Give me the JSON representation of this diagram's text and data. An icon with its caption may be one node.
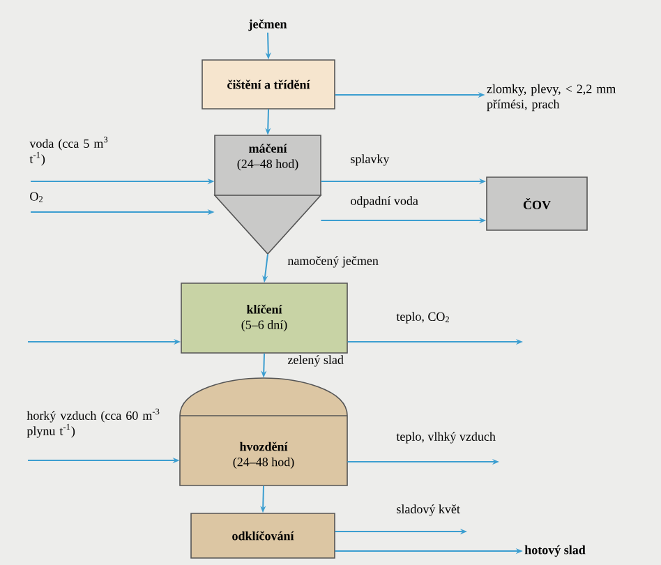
{
  "diagram": {
    "nodes": [
      {
        "text": [
          "ječmen"
        ]
      },
      {
        "text": [
          "čištění a třídění"
        ]
      },
      {
        "text": [
          "máčení",
          "(24–48 hod)"
        ]
      },
      {
        "text": [
          "ČOV"
        ]
      },
      {
        "text": [
          "klíčení",
          "(5–6 dní)"
        ]
      },
      {
        "text": [
          "hvozdění",
          "(24–48 hod)"
        ]
      },
      {
        "text": [
          "odklíčování"
        ]
      },
      {
        "text": [
          "hotový slad"
        ]
      },
      {
        "text": [
          "zlomky, plevy, < 2,2 mm přímési, prach"
        ]
      }
    ],
    "edges": [
      {
        "from": 0,
        "to": 1,
        "arrow": "to"
      },
      {
        "from": 1,
        "to": 8,
        "arrow": "to"
      },
      {
        "from": 1,
        "to": 2,
        "arrow": "to"
      },
      {
        "from": null,
        "to": 2,
        "arrow": "to",
        "label": "voda (cca 5 m$^{3}$ t$^{-1}$)"
      },
      {
        "from": null,
        "to": 2,
        "arrow": "to",
        "label": "O$_{2}$"
      },
      {
        "from": 2,
        "to": 3,
        "arrow": "to",
        "label": "splavky"
      },
      {
        "from": 2,
        "to": 3,
        "arrow": "to",
        "label": "odpadní voda"
      },
      {
        "from": 2,
        "to": 4,
        "arrow": "to",
        "label": "namočený ječmen"
      },
      {
        "from": null,
        "to": 4,
        "arrow": "to"
      },
      {
        "from": 4,
        "to": null,
        "arrow": "to",
        "label": "teplo, CO$_{2}$"
      },
      {
        "from": 4,
        "to": 5,
        "arrow": "to",
        "label": "zelený slad"
      },
      {
        "from": null,
        "to": 5,
        "arrow": "to",
        "label": "horký vzduch (cca 60 m$^{-3}$ plynu t$^{-1}$)"
      },
      {
        "from": 5,
        "to": null,
        "arrow": "to",
        "label": "teplo, vlhký vzduch"
      },
      {
        "from": 5,
        "to": 6,
        "arrow": "to"
      },
      {
        "from": 6,
        "to": null,
        "arrow": "to",
        "label": "sladový květ"
      },
      {
        "from": 6,
        "to": 7,
        "arrow": "to"
      }
    ]
  }
}
